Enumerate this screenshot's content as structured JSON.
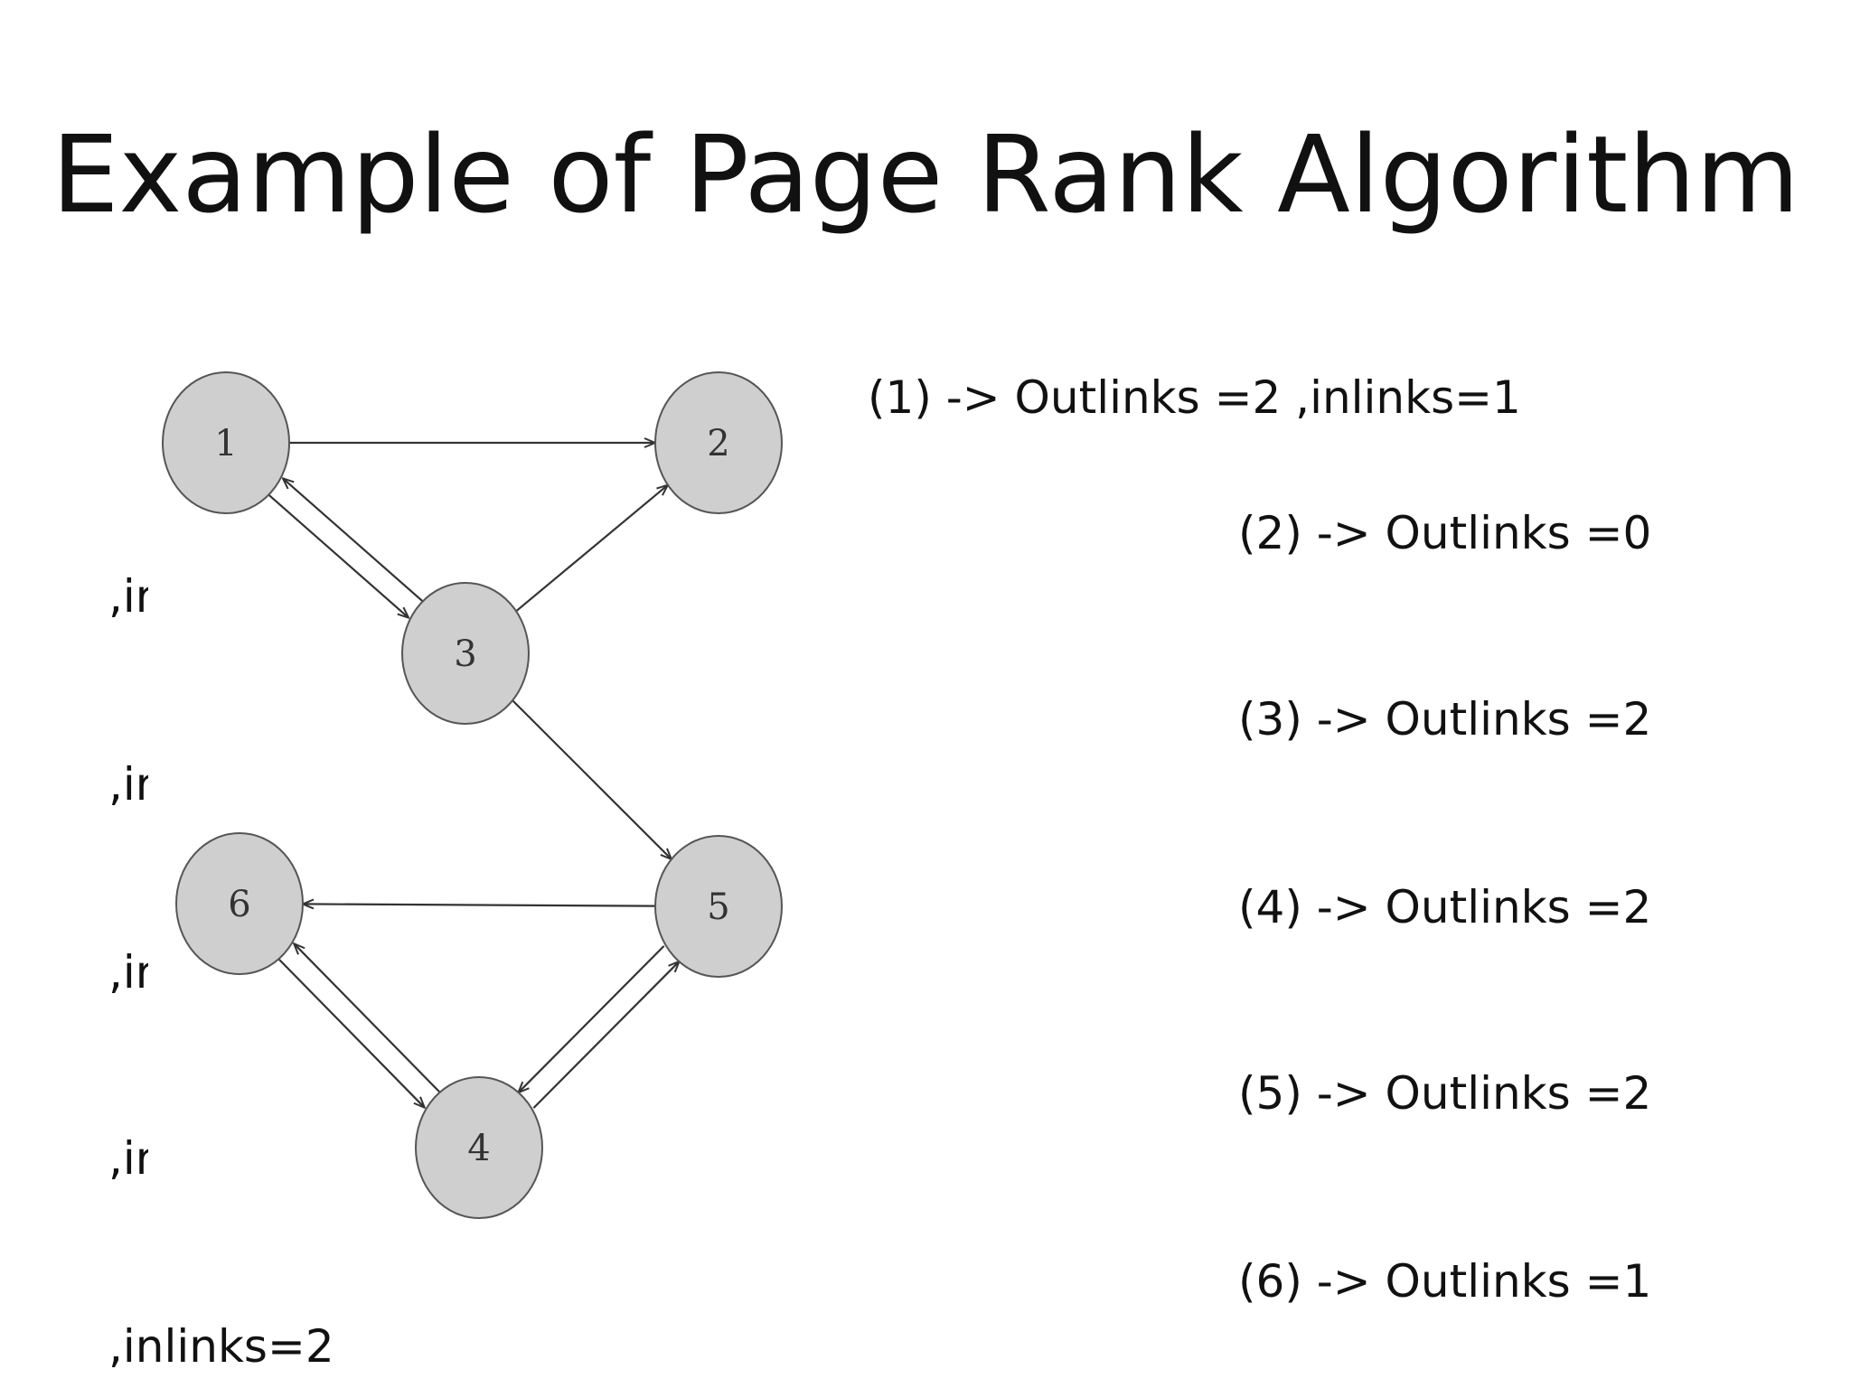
{
  "slide": {
    "title": "Example of Page Rank Algorithm"
  },
  "graph": {
    "nodes": [
      {
        "id": "1",
        "label": "1"
      },
      {
        "id": "2",
        "label": "2"
      },
      {
        "id": "3",
        "label": "3"
      },
      {
        "id": "4",
        "label": "4"
      },
      {
        "id": "5",
        "label": "5"
      },
      {
        "id": "6",
        "label": "6"
      }
    ],
    "edges": [
      {
        "from": "1",
        "to": "2"
      },
      {
        "from": "1",
        "to": "3"
      },
      {
        "from": "3",
        "to": "1"
      },
      {
        "from": "3",
        "to": "2"
      },
      {
        "from": "3",
        "to": "5"
      },
      {
        "from": "5",
        "to": "6"
      },
      {
        "from": "5",
        "to": "4"
      },
      {
        "from": "6",
        "to": "4"
      },
      {
        "from": "4",
        "to": "6"
      },
      {
        "from": "4",
        "to": "5"
      }
    ]
  },
  "node_info": [
    "(1) -> Outlinks =2 ,inlinks=1",
    "(2) -> Outlinks =0",
    "(3) -> Outlinks =2",
    "(4) -> Outlinks =2",
    "(5) -> Outlinks =2",
    "(6) -> Outlinks =1"
  ],
  "wrapped_fragments": [
    ",ir",
    ",ir",
    ",ir",
    ",ir",
    ",inlinks=2"
  ]
}
